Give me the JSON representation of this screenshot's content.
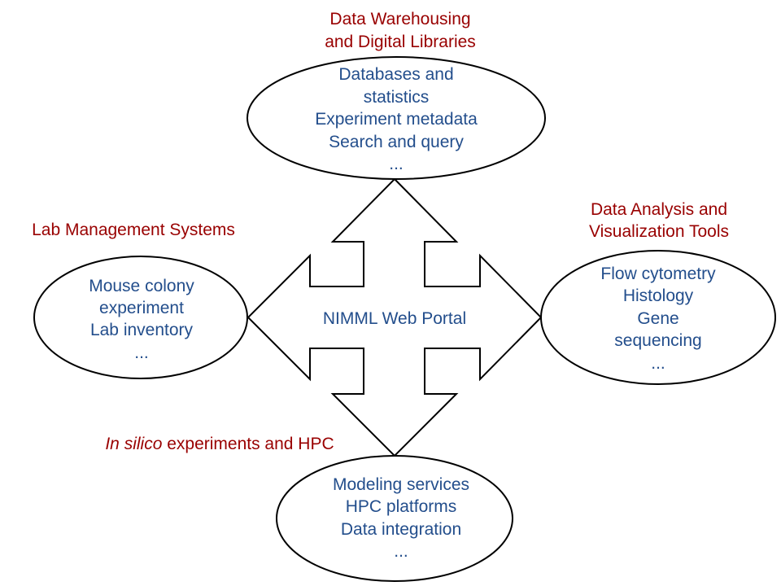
{
  "colors": {
    "heading": "#990000",
    "body": "#234e8c",
    "outline": "#000000"
  },
  "center": {
    "label": "NIMML Web Portal"
  },
  "top": {
    "heading": [
      "Data Warehousing",
      "and Digital Libraries"
    ],
    "items": [
      "Databases and",
      "statistics",
      "Experiment metadata",
      "Search and query",
      "..."
    ]
  },
  "left": {
    "heading": [
      "Lab Management Systems"
    ],
    "items": [
      "Mouse colony",
      "experiment",
      "Lab inventory",
      "..."
    ]
  },
  "right": {
    "heading": [
      "Data Analysis and",
      "Visualization Tools"
    ],
    "items": [
      "Flow cytometry",
      "Histology",
      "Gene",
      "sequencing",
      "..."
    ]
  },
  "bottom": {
    "heading_italic": "In silico",
    "heading_rest": " experiments and HPC",
    "items": [
      "Modeling services",
      "HPC platforms",
      "Data integration",
      "..."
    ]
  }
}
